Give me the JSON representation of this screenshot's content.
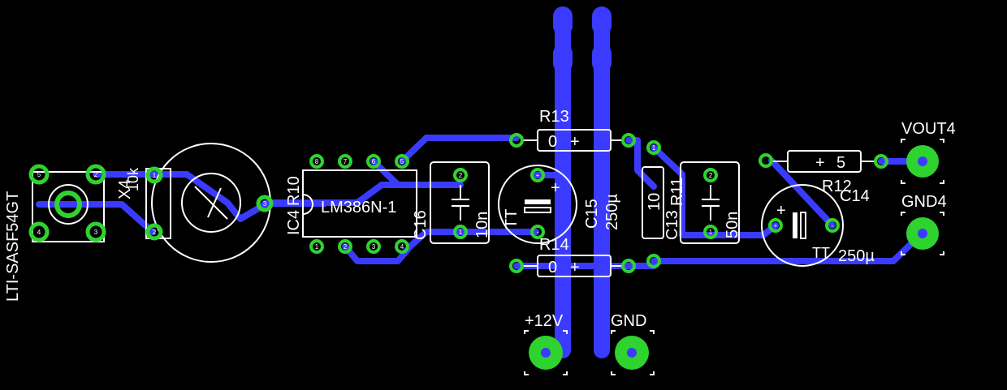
{
  "colors": {
    "background": "#000000",
    "trace": "#3b3bff",
    "pad": "#2fd32f",
    "silkscreen": "#ffffff"
  },
  "labels": {
    "lti": "LTI-SASF54GT",
    "x4": "X4",
    "x4_val": "10k",
    "ic4": "IC4",
    "r10": "R10",
    "ic_name": "LM386N-1",
    "c16": "C16",
    "c16_val": "10n",
    "tt1": "TT",
    "c15": "C15",
    "c15_val": "250µ",
    "r13": "R13",
    "r13_val": "0",
    "r14": "R14",
    "r14_val": "0",
    "r11_val": "10",
    "r11": "R11",
    "c13": "C13",
    "c13_val": "50n",
    "r12": "R12",
    "r12_val": "5",
    "c14": "C14",
    "tt2": "TT",
    "c14_val": "250µ",
    "vout": "VOUT4",
    "gnd4": "GND4",
    "v12": "+12V",
    "gnd": "GND"
  },
  "pad_numbers": {
    "lti": [
      "5",
      "2",
      "4",
      "3"
    ],
    "pot": [
      "1",
      "2",
      "3"
    ],
    "ic_top": [
      "8",
      "7",
      "6",
      "5"
    ],
    "ic_bot": [
      "1",
      "2",
      "3",
      "4"
    ],
    "c16": [
      "2",
      "1"
    ],
    "c15": [
      "+",
      "-"
    ],
    "r11": [
      "1"
    ],
    "c13": [
      "2",
      "1"
    ],
    "c14": [
      "+",
      "-"
    ]
  }
}
